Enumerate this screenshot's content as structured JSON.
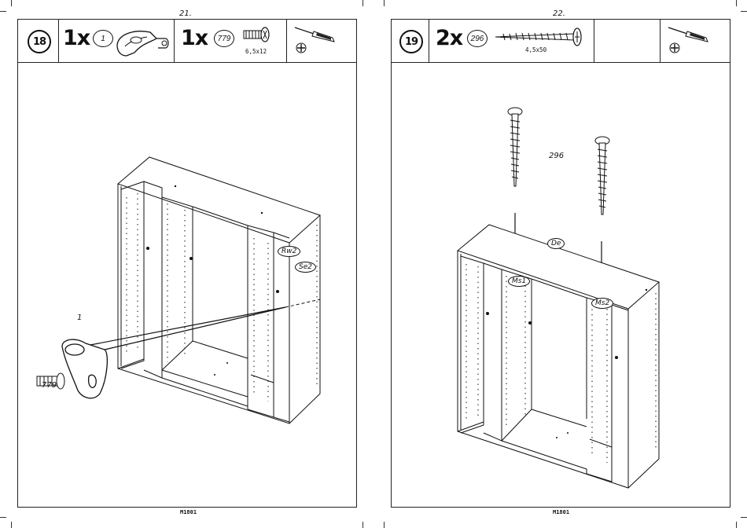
{
  "pages": [
    {
      "page_number": "21.",
      "footer": "M1801",
      "step": "18",
      "parts": [
        {
          "qty": "1x",
          "id": "1"
        },
        {
          "qty": "1x",
          "id": "779",
          "size": "6,5x12"
        }
      ],
      "labels": {
        "part1": "1",
        "part779": "779",
        "rw2": "Rw2",
        "se2": "Se2"
      },
      "tool_icons": [
        "screwdriver-icon",
        "phillips-head-icon"
      ]
    },
    {
      "page_number": "22.",
      "footer": "M1801",
      "step": "19",
      "parts": [
        {
          "qty": "2x",
          "id": "296",
          "size": "4,5x50"
        }
      ],
      "labels": {
        "screw": "296",
        "de": "De",
        "ms1": "Ms1",
        "ms2": "Ms2"
      },
      "tool_icons": [
        "screwdriver-icon",
        "phillips-head-icon"
      ]
    }
  ]
}
